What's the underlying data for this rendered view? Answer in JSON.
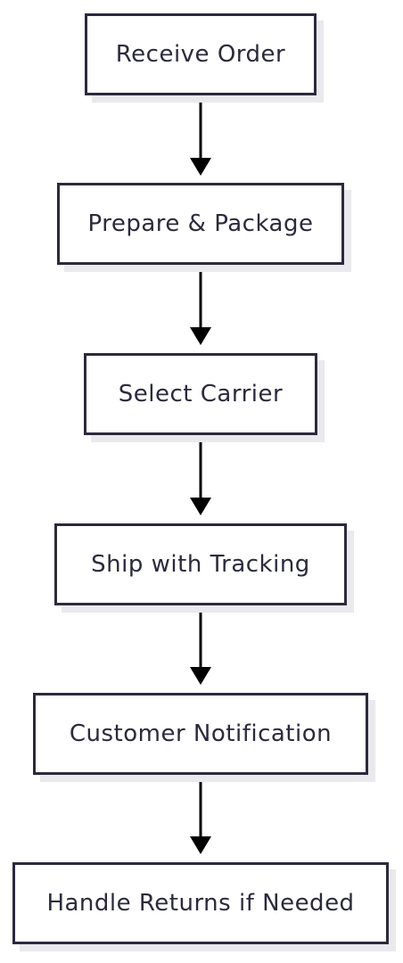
{
  "diagram": {
    "steps": [
      {
        "label": "Receive Order"
      },
      {
        "label": "Prepare & Package"
      },
      {
        "label": "Select Carrier"
      },
      {
        "label": "Ship with Tracking"
      },
      {
        "label": "Customer Notification"
      },
      {
        "label": "Handle Returns if Needed"
      }
    ],
    "colors": {
      "stroke": "#2b2a3d",
      "arrow": "#000000",
      "shadow": "#e9e9ee",
      "background": "#ffffff"
    }
  }
}
